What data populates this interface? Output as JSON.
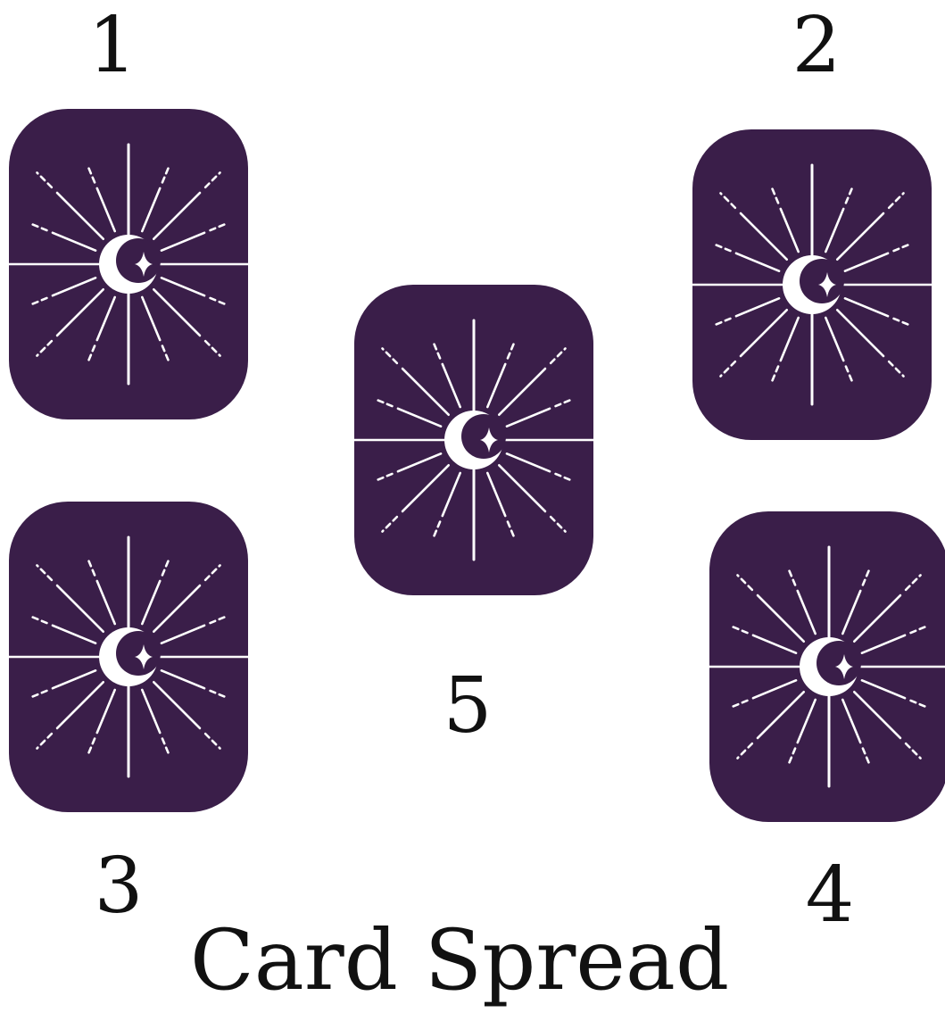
{
  "title": "Card Spread",
  "colors": {
    "card": "#3a1e49",
    "design": "#ffffff",
    "text": "#111111"
  },
  "cards": [
    {
      "position": "1",
      "icon": "sun-moon-star-icon"
    },
    {
      "position": "2",
      "icon": "sun-moon-star-icon"
    },
    {
      "position": "3",
      "icon": "sun-moon-star-icon"
    },
    {
      "position": "4",
      "icon": "sun-moon-star-icon"
    },
    {
      "position": "5",
      "icon": "sun-moon-star-icon"
    }
  ]
}
